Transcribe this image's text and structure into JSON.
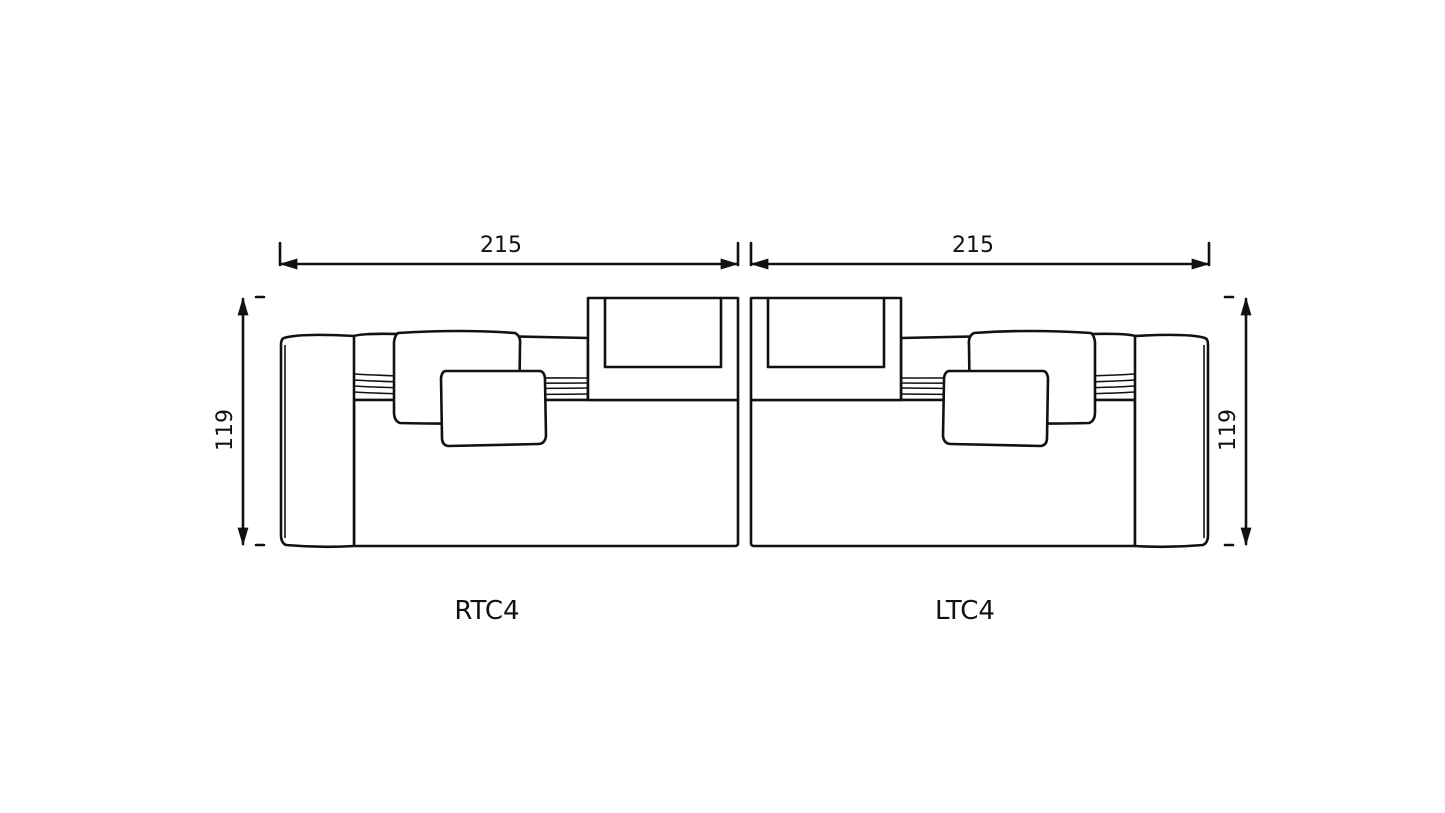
{
  "modules": [
    {
      "label": "RTC4",
      "width": "215",
      "depth": "119"
    },
    {
      "label": "LTC4",
      "width": "215",
      "depth": "119"
    }
  ],
  "colors": {
    "line": "#111111",
    "background": "#ffffff"
  }
}
